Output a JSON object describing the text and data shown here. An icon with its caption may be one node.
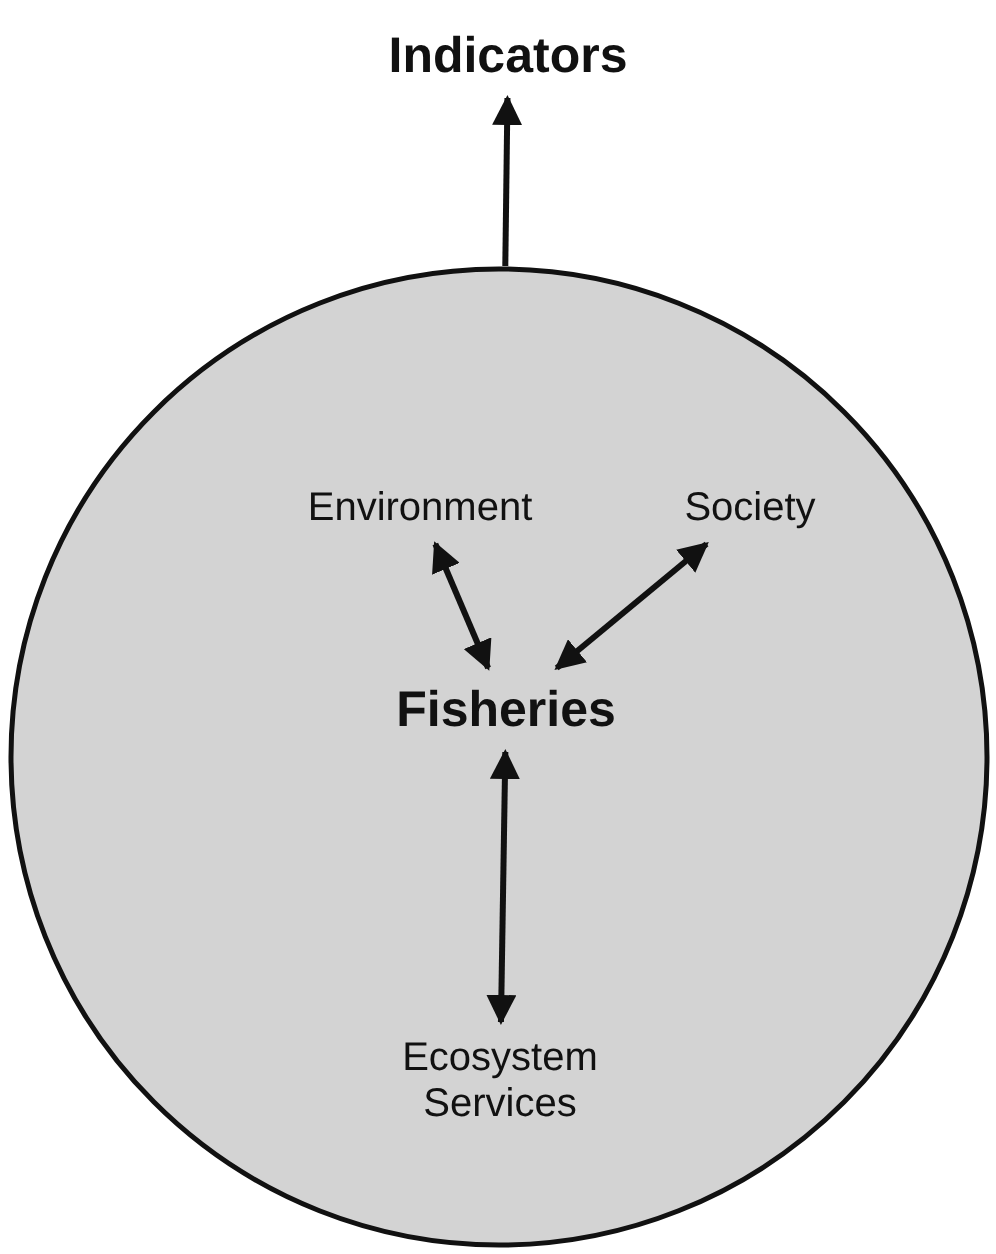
{
  "diagram": {
    "nodes": [
      {
        "text": [
          "Indicators"
        ]
      },
      {
        "text": [],
        "shape": "circle"
      },
      {
        "text": [
          "Environment"
        ],
        "in": 1
      },
      {
        "text": [
          "Society"
        ],
        "in": 1
      },
      {
        "text": [
          "Fisheries"
        ],
        "in": 1
      },
      {
        "text": [
          "Ecosystem Services"
        ],
        "in": 1
      }
    ],
    "edges": [
      {
        "from": 1,
        "to": 0,
        "arrow": "to"
      },
      {
        "from": 2,
        "to": 4,
        "arrow": "both"
      },
      {
        "from": 3,
        "to": 4,
        "arrow": "both"
      },
      {
        "from": 4,
        "to": 5,
        "arrow": "both"
      }
    ]
  }
}
